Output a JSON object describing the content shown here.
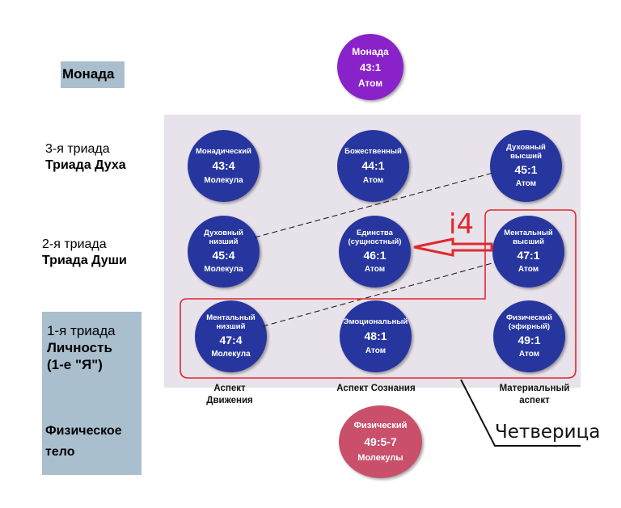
{
  "left_labels": {
    "monad": "Монада",
    "triad3_line1": "3-я триада",
    "triad3_line2": "Триада Духа",
    "triad2_line1": "2-я триада",
    "triad2_line2": "Триада Души",
    "triad1_line1": "1-я триада",
    "triad1_line2": "Личность",
    "triad1_line3": "(1-е \"Я\")",
    "body_line1": "Физическое",
    "body_line2": "тело"
  },
  "top_circle": {
    "name": "Монада",
    "code": "43:1",
    "kind": "Атом"
  },
  "bottom_circle": {
    "name": "Физический",
    "code": "49:5-7",
    "kind": "Молекулы"
  },
  "grid": {
    "r1c1": {
      "name1": "Монадический",
      "name2": "",
      "code": "43:4",
      "kind": "Молекула"
    },
    "r1c2": {
      "name1": "Божественный",
      "name2": "",
      "code": "44:1",
      "kind": "Атом"
    },
    "r1c3": {
      "name1": "Духовный",
      "name2": "высший",
      "code": "45:1",
      "kind": "Атом"
    },
    "r2c1": {
      "name1": "Духовный",
      "name2": "низший",
      "code": "45:4",
      "kind": "Молекула"
    },
    "r2c2": {
      "name1": "Единства",
      "name2": "(сущностный)",
      "code": "46:1",
      "kind": "Атом"
    },
    "r2c3": {
      "name1": "Ментальный",
      "name2": "высший",
      "code": "47:1",
      "kind": "Атом"
    },
    "r3c1": {
      "name1": "Ментальный",
      "name2": "низший",
      "code": "47:4",
      "kind": "Молекула"
    },
    "r3c2": {
      "name1": "Эмоциональный",
      "name2": "",
      "code": "48:1",
      "kind": "Атом"
    },
    "r3c3": {
      "name1": "Физический",
      "name2": "(эфирный)",
      "code": "49:1",
      "kind": "Атом"
    }
  },
  "aspects": {
    "a1_line1": "Аспект",
    "a1_line2": "Движения",
    "a2_line1": "Аспект Сознания",
    "a3_line1": "Материальный",
    "a3_line2": "аспект"
  },
  "annotations": {
    "i4": "i4",
    "chetveritsa": "Четверица"
  },
  "colors": {
    "circle": "#27369f",
    "monad": "#8a22c9",
    "physical": "#c94f6b",
    "outline": "#e0282e",
    "panel": "#e8e2ea",
    "label_box": "#a9bfce"
  }
}
